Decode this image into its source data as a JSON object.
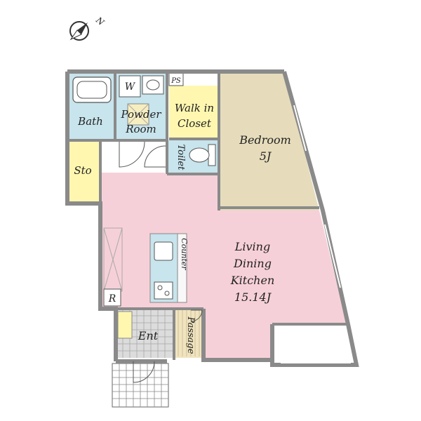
{
  "compass": {
    "label": "N"
  },
  "rooms": {
    "bath": "Bath",
    "washer": "W",
    "powder_room": [
      "Powder",
      "Room"
    ],
    "ps": "PS",
    "walk_in_closet": [
      "Walk in",
      "Closet"
    ],
    "bedroom": [
      "Bedroom",
      "5J"
    ],
    "toilet": "Toilet",
    "storage": "Sto",
    "ldk": [
      "Living",
      "Dining",
      "Kitchen",
      "15.14J"
    ],
    "counter": "Counter",
    "refrigerator": "R",
    "entrance": "Ent",
    "passage": "Passage"
  },
  "colors": {
    "wall": "#8a8a8a",
    "bath": "#c8e4ec",
    "closet": "#fff7b0",
    "bedroom": "#e6dcbc",
    "ldk": "#f6d0d8",
    "entrance": "#dcdcdc",
    "passage": "#f0e4c0"
  }
}
